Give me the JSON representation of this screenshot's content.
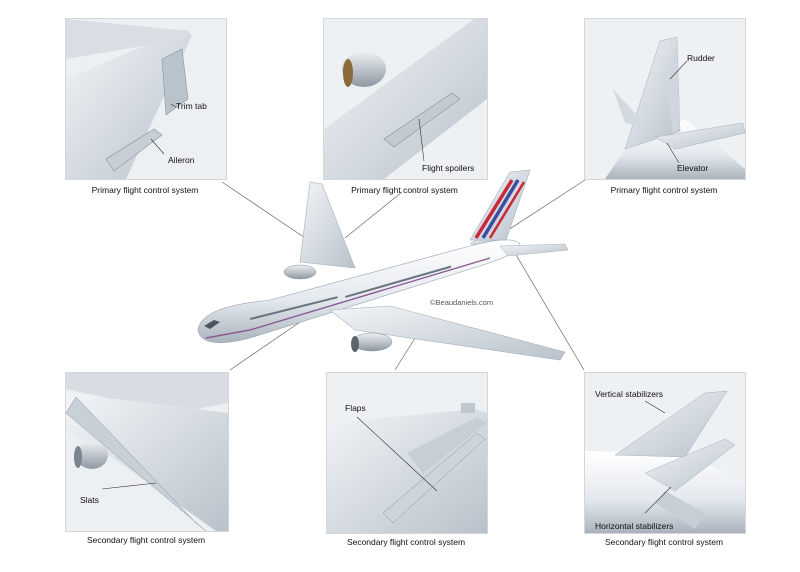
{
  "credit": "©Beaudaniels.com",
  "panels": {
    "top_left": {
      "caption": "Primary flight control system",
      "labels": [
        "Trim tab",
        "Aileron"
      ]
    },
    "top_center": {
      "caption": "Primary flight control system",
      "labels": [
        "Flight spoilers"
      ]
    },
    "top_right": {
      "caption": "Primary flight control system",
      "labels": [
        "Rudder",
        "Elevator"
      ]
    },
    "bottom_left": {
      "caption": "Secondary flight control system",
      "labels": [
        "Slats"
      ]
    },
    "bottom_center": {
      "caption": "Secondary flight control system",
      "labels": [
        "Flaps"
      ]
    },
    "bottom_right": {
      "caption": "Secondary flight control system",
      "labels": [
        "Vertical stabilizers",
        "Horizontal stabilizers"
      ]
    }
  },
  "colors": {
    "tail_red": "#c8283a",
    "tail_blue": "#3a4fa0",
    "fuselage_stripe": "#8a5a8e"
  }
}
